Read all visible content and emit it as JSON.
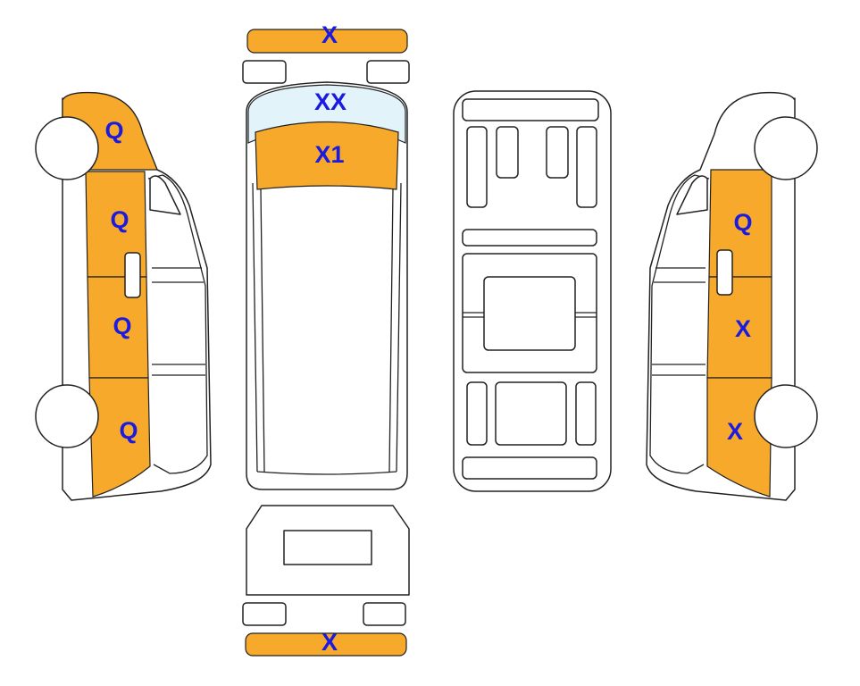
{
  "colors": {
    "damage_fill": "#F7A92B",
    "glass_fill": "#E2F4FA",
    "label_color": "#1A1AE0",
    "outline": "#222222"
  },
  "labels": {
    "front_bumper": "X",
    "windshield": "XX",
    "hood": "X1",
    "rear_bumper": "X",
    "left_fender": "Q",
    "left_front_door": "Q",
    "left_sliding_door": "Q",
    "left_rear_quarter": "Q",
    "right_front_door": "Q",
    "right_sliding_door": "X",
    "right_rear_quarter": "X"
  }
}
